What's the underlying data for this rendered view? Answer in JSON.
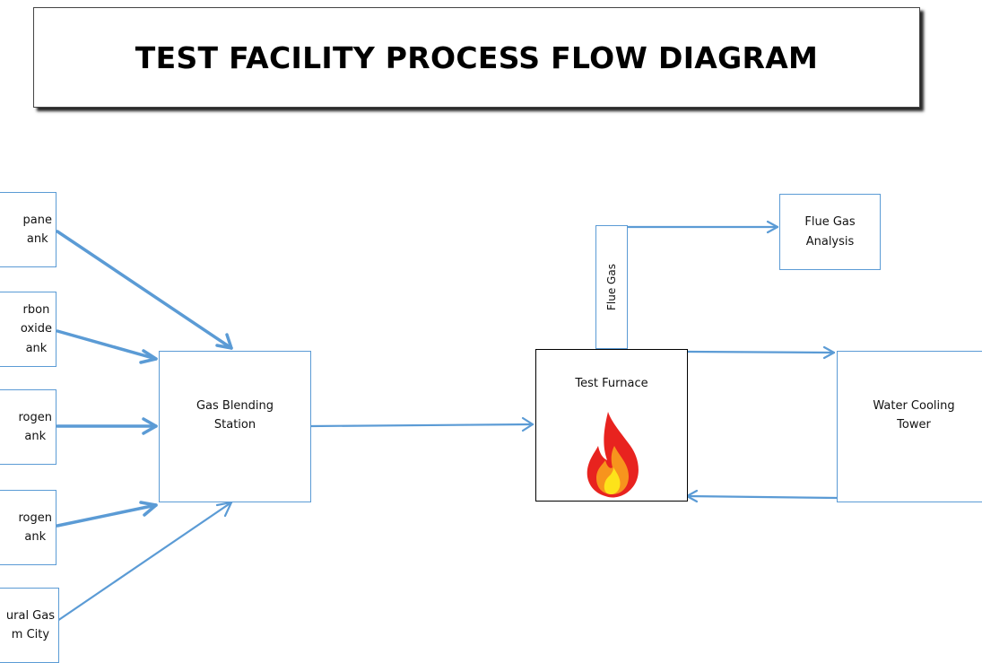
{
  "title": "TEST FACILITY PROCESS FLOW DIAGRAM",
  "supply_tanks": [
    {
      "label": "pane\nank"
    },
    {
      "label": "rbon\noxide\nank"
    },
    {
      "label": "rogen\nank"
    },
    {
      "label": "rogen\nank"
    },
    {
      "label": "ural Gas\nm City"
    }
  ],
  "blending_station": {
    "label": "Gas Blending\nStation"
  },
  "furnace": {
    "label": "Test Furnace"
  },
  "flue_gas_stack": {
    "label": "Flue Gas"
  },
  "flue_gas_analysis": {
    "label": "Flue Gas\nAnalysis"
  },
  "cooling_tower": {
    "label": "Water Cooling\nTower"
  },
  "colors": {
    "connector": "#5b9bd5",
    "flame_outer": "#e8231f",
    "flame_mid": "#f7941d",
    "flame_inner": "#fde31a"
  }
}
